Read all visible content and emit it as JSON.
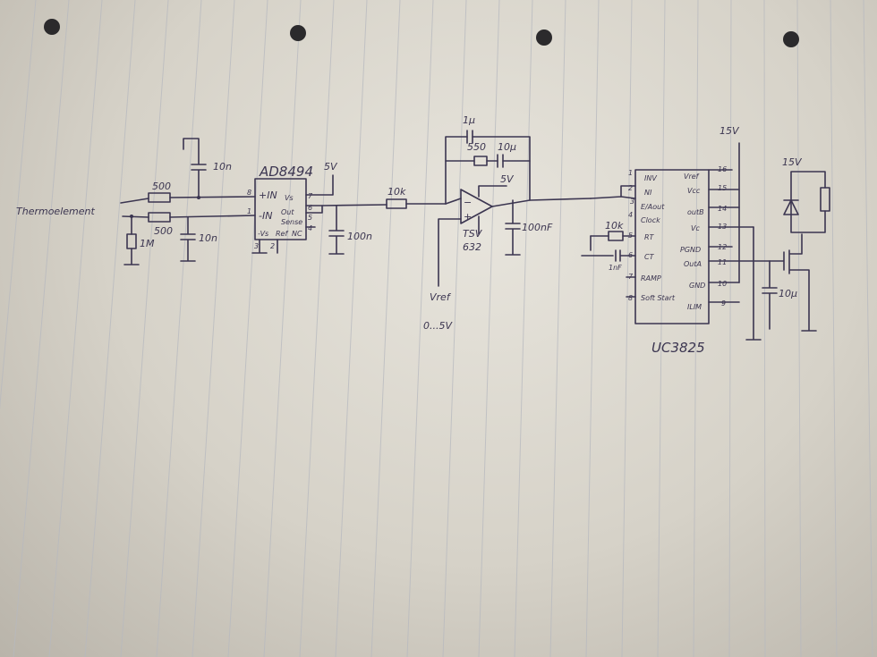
{
  "labels": {
    "input": "Thermoelement",
    "r_in_top": "500",
    "r_in_bottom": "500",
    "r_bias": "1M",
    "c_top": "10n",
    "c_mid": "10n",
    "ic1_name": "AD8494",
    "ic1_pin_8": "8",
    "ic1_pin_plus_in": "+IN",
    "ic1_pin_1": "1",
    "ic1_pin_minus_in": "-IN",
    "ic1_pin_vs": "Vs",
    "ic1_pin_out": "Out",
    "ic1_pin_sense": "Sense",
    "ic1_pin_minus_vs": "-Vs",
    "ic1_pin_ref": "Ref",
    "ic1_pin_nc": "NC",
    "ic1_pin_3": "3",
    "ic1_pin_2": "2",
    "ic1_pin_7": "7",
    "ic1_pin_6": "6",
    "ic1_pin_5": "5",
    "ic1_pin_4": "4",
    "v_supply_1": "5V",
    "c_dec_1": "100n",
    "r_series": "10k",
    "c_fb": "1µ",
    "r_fb": "550",
    "c_fb2": "10µ",
    "v_supply_2": "5V",
    "opamp_name_1": "TSV",
    "opamp_name_2": "632",
    "c_dec_2": "100nF",
    "vref_label": "Vref",
    "vref_range": "0...5V",
    "ic2_name": "UC3825",
    "ic2_pin_inv": "INV",
    "ic2_pin_ni": "NI",
    "ic2_pin_ea": "E/Aout",
    "ic2_pin_clock": "Clock",
    "ic2_pin_rt": "RT",
    "ic2_pin_ct": "CT",
    "ic2_pin_ramp": "RAMP",
    "ic2_pin_ss": "Soft Start",
    "ic2_pin_vref": "Vref",
    "ic2_pin_vcc": "Vcc",
    "ic2_pin_outb": "outB",
    "ic2_pin_vc": "Vc",
    "ic2_pin_pgnd": "PGND",
    "ic2_pin_outa": "OutA",
    "ic2_pin_gnd": "GND",
    "ic2_pin_ilim": "ILIM",
    "ic2_num_1": "1",
    "ic2_num_2": "2",
    "ic2_num_3": "3",
    "ic2_num_4": "4",
    "ic2_num_5": "5",
    "ic2_num_6": "6",
    "ic2_num_7": "7",
    "ic2_num_8": "8",
    "ic2_num_9": "9",
    "ic2_num_10": "10",
    "ic2_num_11": "11",
    "ic2_num_12": "12",
    "ic2_num_13": "13",
    "ic2_num_14": "14",
    "ic2_num_15": "15",
    "ic2_num_16": "16",
    "r_rt": "10k",
    "c_ct": "1nF",
    "v_supply_3": "15V",
    "v_supply_4": "15V",
    "c_out": "10µ"
  },
  "colors": {
    "ink": "#3b3550",
    "paper": "#e2dfd6",
    "rules": "#b7b9bf"
  }
}
